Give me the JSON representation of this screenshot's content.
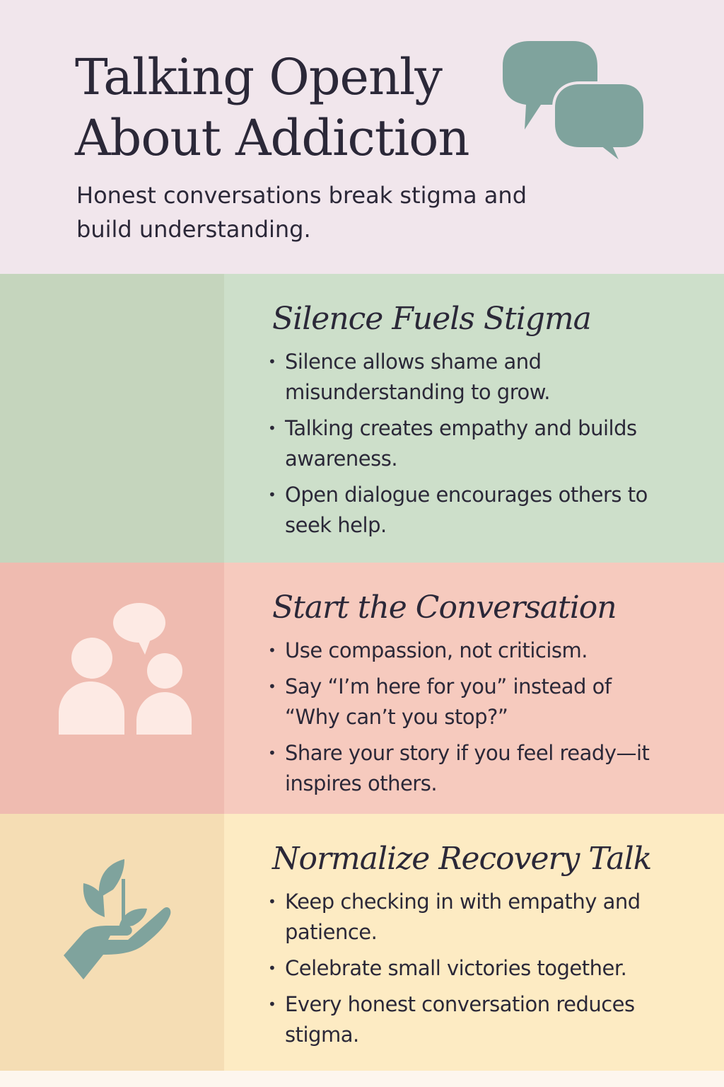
{
  "header": {
    "title_line1": "Talking Openly",
    "title_line2": "About Addiction",
    "subtitle": "Honest conversations break stigma and build understanding."
  },
  "colors": {
    "accent_teal": "#7fa39d",
    "header_bg": "#f1e6ec",
    "green": "#cddfca",
    "pink": "#f6cabe",
    "yellow": "#fdebc3",
    "text": "#2b2838"
  },
  "sections": [
    {
      "icon": "raised-hands-icon",
      "title": "Silence Fuels Stigma",
      "bullets": [
        "Silence allows shame and misunderstanding to grow.",
        "Talking creates empathy and builds awareness.",
        "Open dialogue encourages others to seek help."
      ]
    },
    {
      "icon": "people-talking-icon",
      "title": "Start the Conversation",
      "bullets": [
        "Use compassion, not criticism.",
        "Say “I’m here for you” instead of “Why can’t you stop?”",
        "Share your story if you feel ready—it inspires others."
      ]
    },
    {
      "icon": "hand-plant-icon",
      "title": "Normalize Recovery Talk",
      "bullets": [
        "Keep checking in with empathy and patience.",
        "Celebrate small victories together.",
        "Every honest conversation reduces stigma."
      ]
    }
  ]
}
